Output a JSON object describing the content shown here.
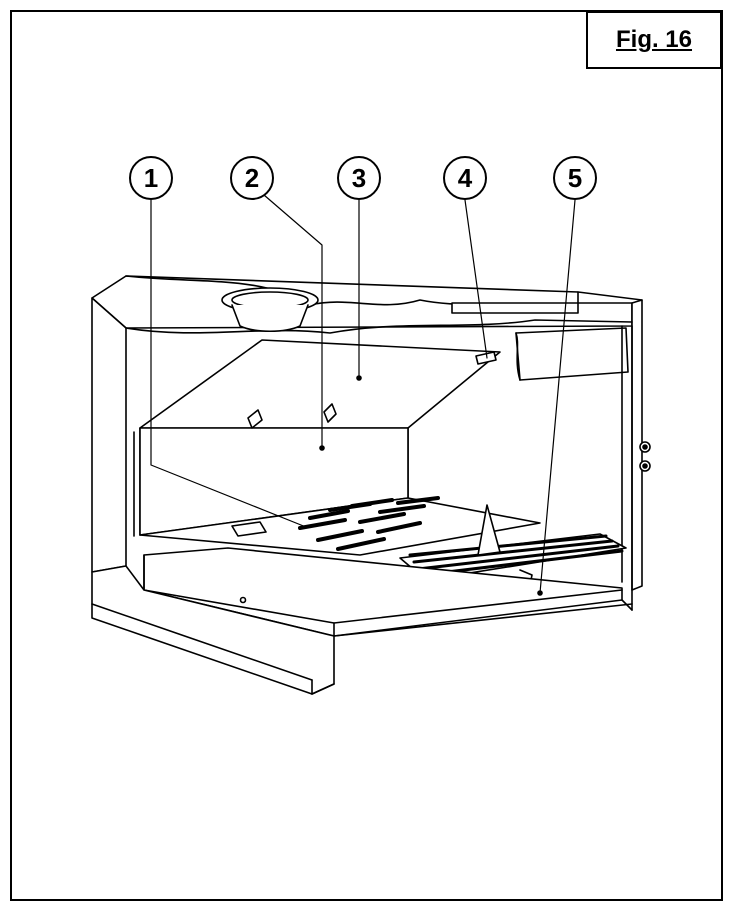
{
  "figure": {
    "label": "Fig. 16"
  },
  "callouts": [
    {
      "number": "1"
    },
    {
      "number": "2"
    },
    {
      "number": "3"
    },
    {
      "number": "4"
    },
    {
      "number": "5"
    }
  ]
}
